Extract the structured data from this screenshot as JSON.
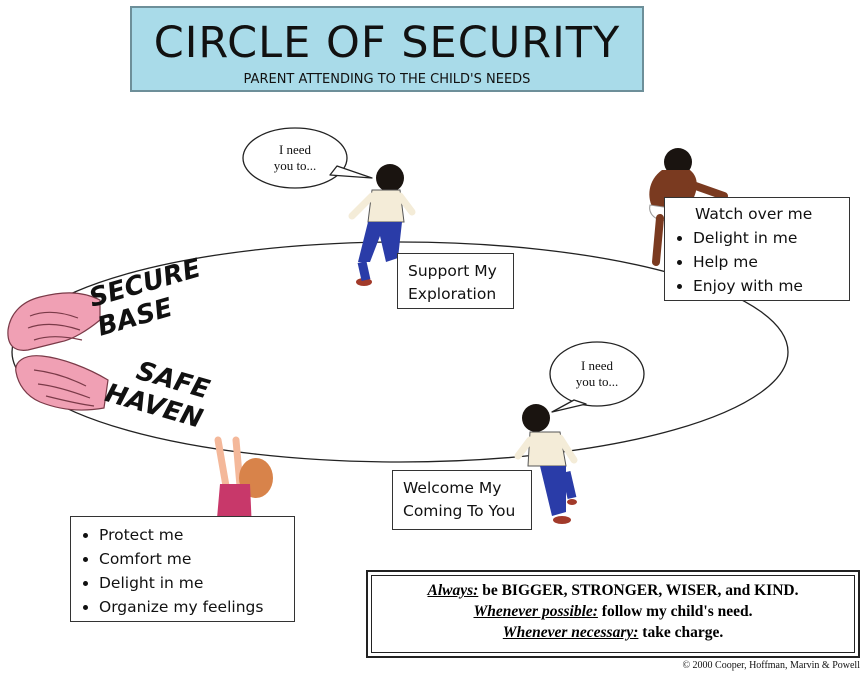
{
  "title": {
    "main": "CIRCLE OF SECURITY",
    "subtitle": "PARENT ATTENDING TO THE CHILD'S NEEDS"
  },
  "hands": {
    "top_label_line1": "SECURE",
    "top_label_line2": "BASE",
    "bottom_label_line1": "SAFE",
    "bottom_label_line2": "HAVEN"
  },
  "bubbles": {
    "top": {
      "line1": "I need",
      "line2": "you to..."
    },
    "bottom": {
      "line1": "I need",
      "line2": "you to..."
    }
  },
  "labels": {
    "support": {
      "line1": "Support My",
      "line2": "Exploration"
    },
    "welcome": {
      "line1": "Welcome My",
      "line2": "Coming To You"
    }
  },
  "top_needs": [
    "Watch over me",
    "Delight in me",
    "Help me",
    "Enjoy with me"
  ],
  "bottom_needs": [
    "Protect me",
    "Comfort me",
    "Delight in me",
    "Organize my feelings"
  ],
  "rules": {
    "line1_lead": "Always:",
    "line1_rest": " be BIGGER, STRONGER, WISER, and KIND.",
    "line2_lead": "Whenever possible:",
    "line2_rest": " follow my child's need.",
    "line3_lead": "Whenever necessary:",
    "line3_rest": " take charge."
  },
  "copyright": "© 2000 Cooper, Hoffman, Marvin & Powell",
  "colors": {
    "title_bg": "#a9dbe9",
    "hand": "#f0a0b4",
    "child_shirt_light": "#f4ecd8",
    "child_pants": "#2a3ca8",
    "child_shirt_pink": "#c8386a"
  }
}
